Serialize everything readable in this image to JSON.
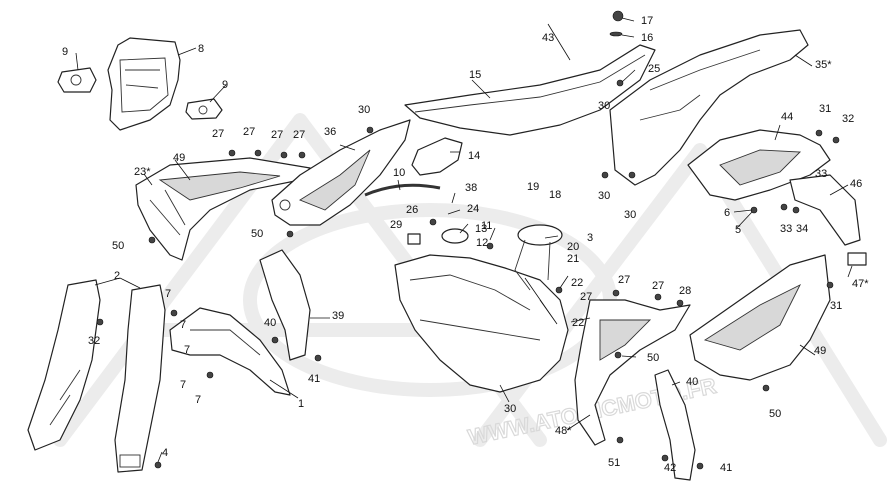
{
  "watermark": "WWW.ATOMICMOTO.FR",
  "callouts": [
    "1",
    "2",
    "3",
    "4",
    "5",
    "6",
    "7",
    "7",
    "7",
    "7",
    "7",
    "8",
    "9",
    "9",
    "10",
    "11",
    "12",
    "13",
    "14",
    "15",
    "16",
    "17",
    "18",
    "19",
    "20",
    "21",
    "22",
    "22",
    "23*",
    "24",
    "25",
    "26",
    "27",
    "27",
    "27",
    "27",
    "27",
    "27",
    "27",
    "28",
    "29",
    "30",
    "30",
    "30",
    "30",
    "30",
    "31",
    "31",
    "32",
    "32",
    "33",
    "33",
    "34",
    "35*",
    "36",
    "38",
    "39",
    "40",
    "40",
    "41",
    "41",
    "42",
    "43",
    "44",
    "46",
    "47*",
    "48*",
    "49",
    "49",
    "50",
    "50",
    "50",
    "50",
    "51"
  ]
}
